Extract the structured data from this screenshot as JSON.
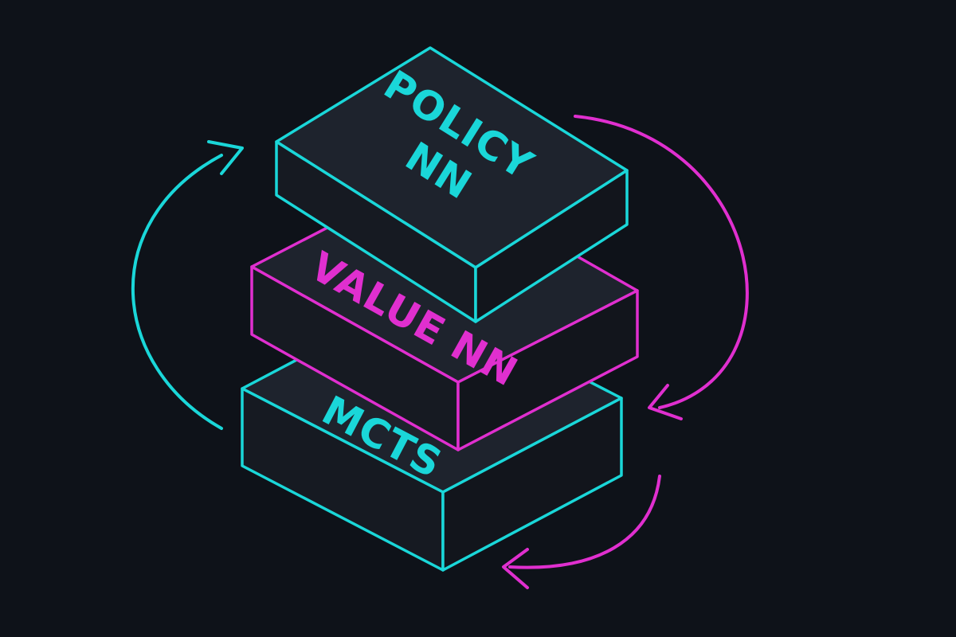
{
  "colors": {
    "background": "#0e1219",
    "cyan": "#1ad7d9",
    "magenta": "#e02fcf",
    "block_top": "#1e232d",
    "block_front": "#161a22",
    "block_side": "#12151c"
  },
  "layers": [
    {
      "id": "mcts",
      "label": "MCTS",
      "color": "cyan"
    },
    {
      "id": "value",
      "label": "VALUE NN",
      "color": "magenta"
    },
    {
      "id": "policy",
      "label": "POLICY\nNN",
      "color": "cyan"
    }
  ],
  "arrows": [
    {
      "id": "left-loop",
      "color": "cyan",
      "direction": "up"
    },
    {
      "id": "right-loop",
      "color": "magenta",
      "direction": "down"
    },
    {
      "id": "bottom-loop",
      "color": "magenta",
      "direction": "left"
    }
  ]
}
